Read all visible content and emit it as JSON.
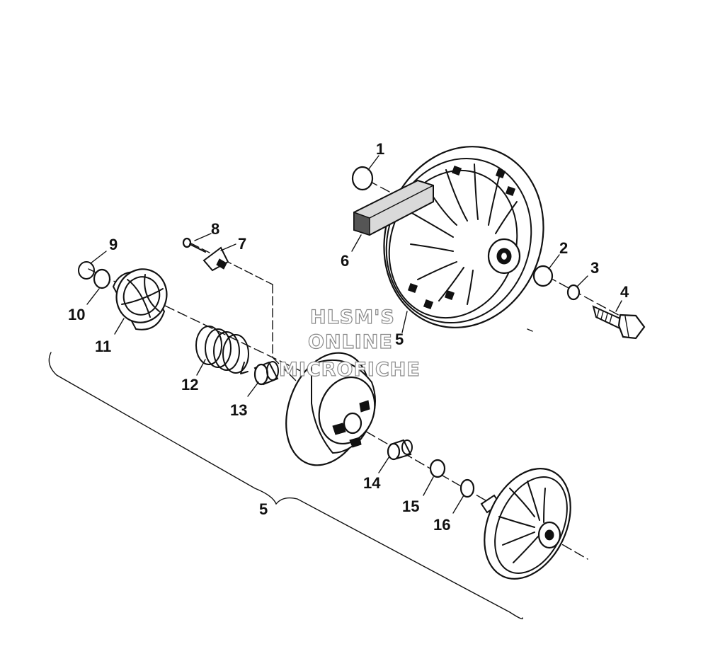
{
  "callouts": {
    "c1": "1",
    "c2": "2",
    "c3": "3",
    "c4": "4",
    "c5a": "5",
    "c5b": "5",
    "c6": "6",
    "c7": "7",
    "c8": "8",
    "c9": "9",
    "c10": "10",
    "c11": "11",
    "c12": "12",
    "c13": "13",
    "c14": "14",
    "c15": "15",
    "c16": "16"
  },
  "watermark": {
    "line1": "HLSM'S",
    "line2": "ONLINE",
    "line3": "MICROFICHE"
  }
}
